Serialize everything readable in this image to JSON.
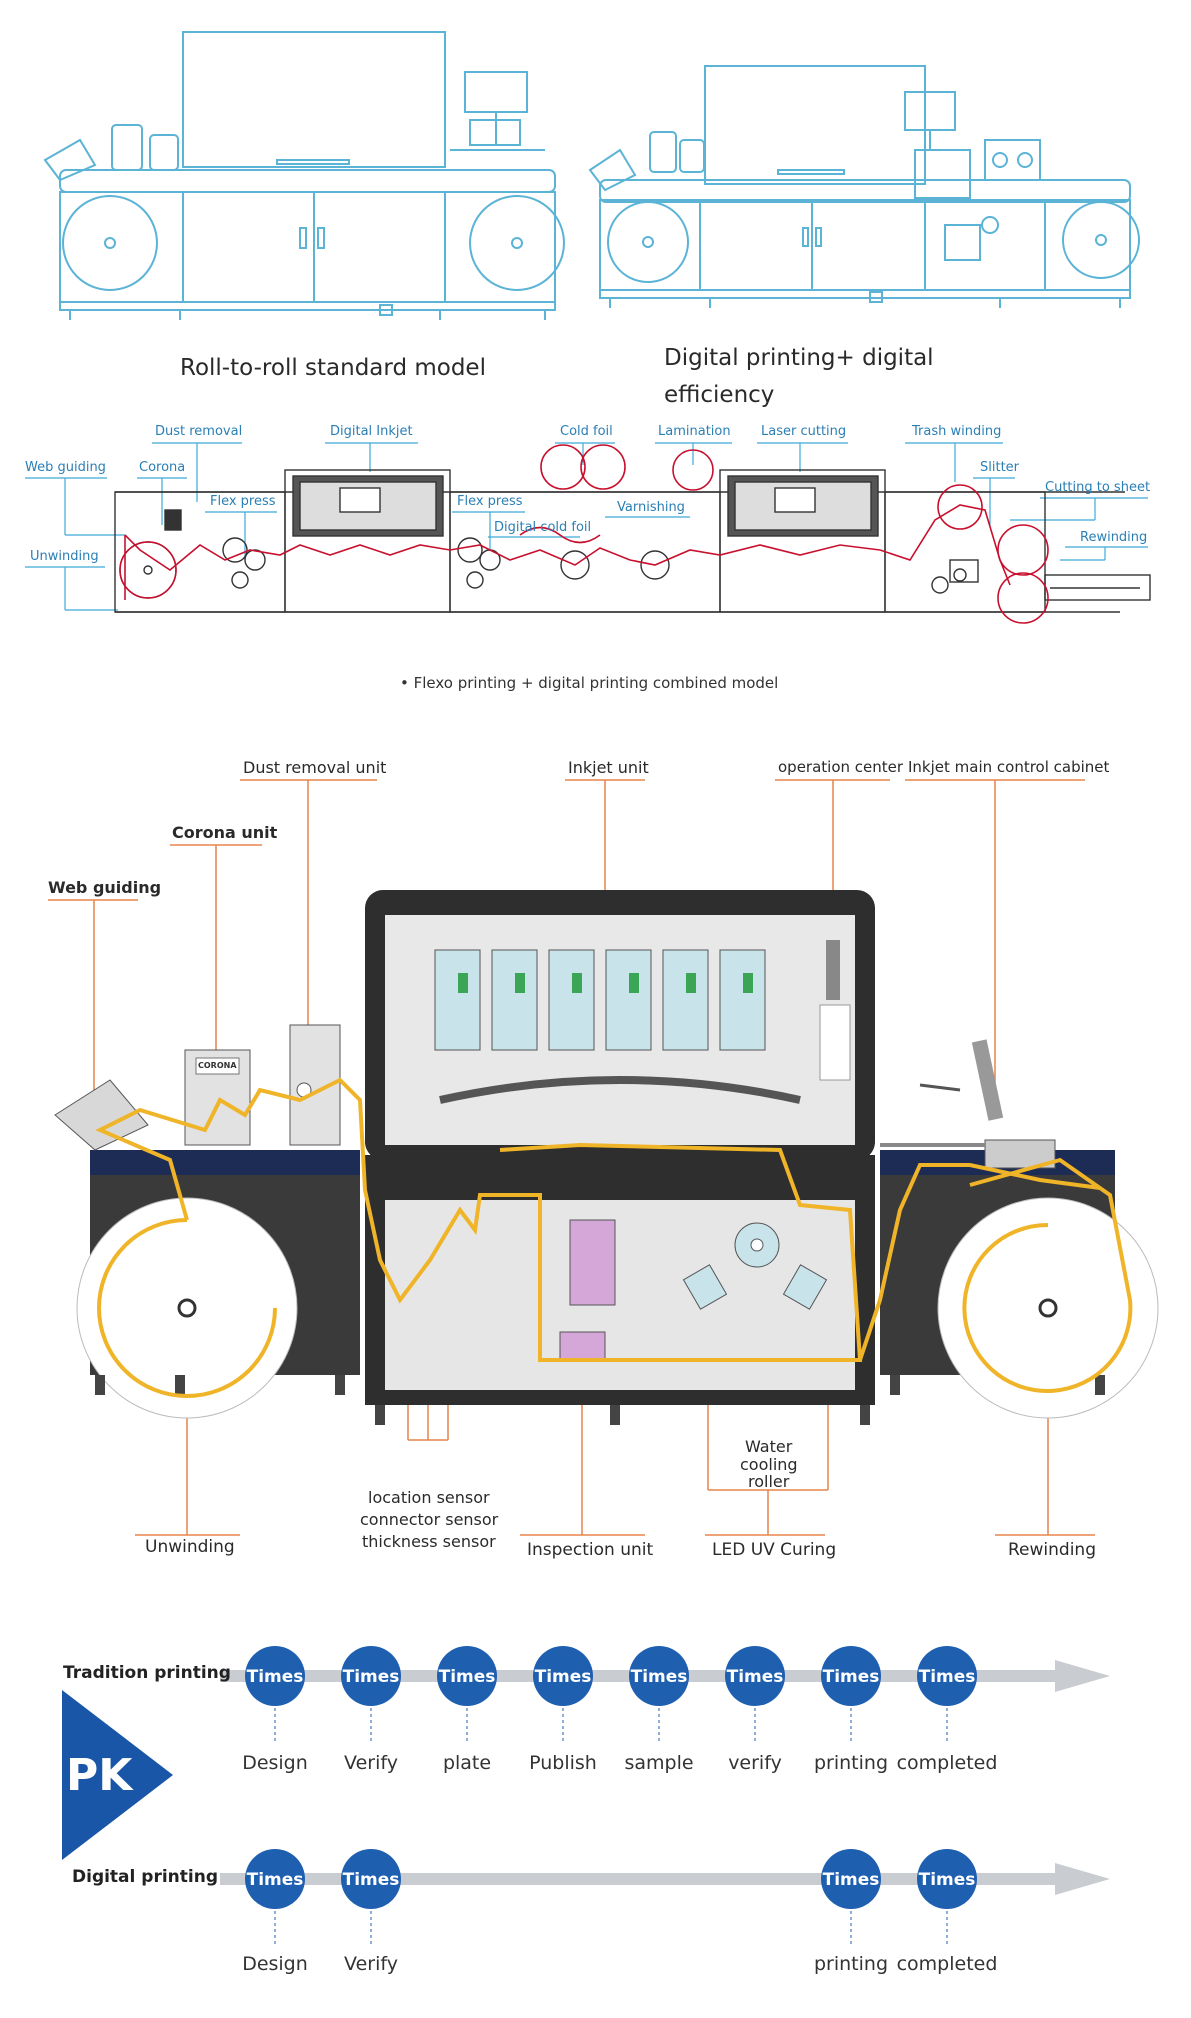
{
  "models": {
    "standard_caption": "Roll-to-roll standard model",
    "efficiency_caption_line1": "Digital printing+ digital",
    "efficiency_caption_line2": "efficiency"
  },
  "combined": {
    "labels": {
      "dust_removal": "Dust removal",
      "digital_inkjet": "Digital Inkjet",
      "cold_foil": "Cold foil",
      "lamination": "Lamination",
      "laser_cutting": "Laser cutting",
      "trash_winding": "Trash winding",
      "web_guiding": "Web guiding",
      "corona": "Corona",
      "flex_press_1": "Flex press",
      "flex_press_2": "Flex press",
      "varnishing": "Varnishing",
      "digital_cold_foil": "Digital cold foil",
      "slitter": "Slitter",
      "cutting_to_sheet": "Cutting to sheet",
      "rewinding": "Rewinding",
      "unwinding": "Unwinding"
    },
    "caption": "• Flexo printing + digital printing combined model",
    "accent_color": "#c8102e"
  },
  "units": {
    "labels": {
      "dust_removal_unit": "Dust removal unit",
      "inkjet_unit": "Inkjet unit",
      "operation_center": "operation center",
      "inkjet_main_control_cabinet": "Inkjet main control cabinet",
      "corona_unit": "Corona unit",
      "web_guiding": "Web guiding",
      "water_cooling_1": "Water",
      "water_cooling_2": "cooling",
      "water_cooling_3": "roller",
      "sensor_1": "location sensor",
      "sensor_2": "connector sensor",
      "sensor_3": "thickness sensor",
      "unwinding": "Unwinding",
      "inspection_unit": "Inspection unit",
      "led_uv_curing": "LED UV Curing",
      "rewinding": "Rewinding"
    },
    "corona_plate": "CORONA",
    "web_color": "#f0b429",
    "leader_color": "#e8834a"
  },
  "pk": {
    "badge": "PK",
    "badge_color": "#1a56a8",
    "tradition_label": "Tradition printing",
    "digital_label": "Digital printing",
    "bubble_text": "Times",
    "bubble_color": "#1f5fb0",
    "tradition_steps": [
      "Design",
      "Verify",
      "plate",
      "Publish",
      "sample",
      "verify",
      "printing",
      "completed"
    ],
    "digital_steps": [
      "Design",
      "Verify",
      "printing",
      "completed"
    ]
  }
}
